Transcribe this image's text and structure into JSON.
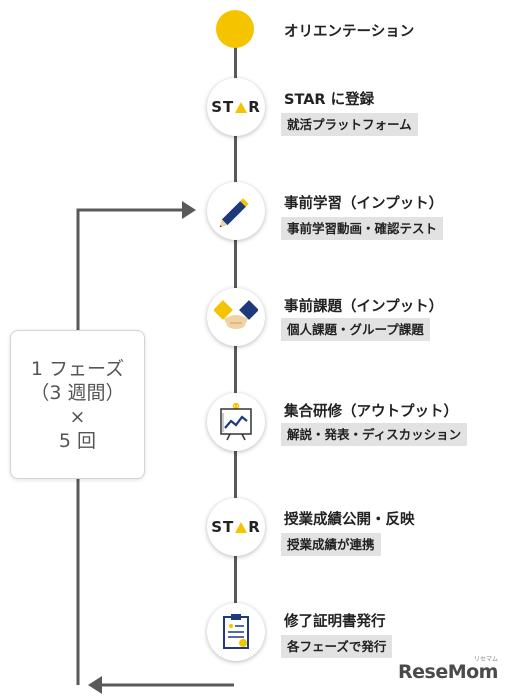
{
  "steps": [
    {
      "title": "オリエンテーション"
    },
    {
      "title": "STAR に登録",
      "sub": "就活プラットフォーム",
      "logo_pre": "ST",
      "logo_post": "R"
    },
    {
      "title": "事前学習（インプット）",
      "sub": "事前学習動画・確認テスト"
    },
    {
      "title": "事前課題（インプット）",
      "sub": "個人課題・グループ課題"
    },
    {
      "title": "集合研修（アウトプット）",
      "sub": "解説・発表・ディスカッション"
    },
    {
      "title": "授業成績公開・反映",
      "sub": "授業成績が連携",
      "logo_pre": "ST",
      "logo_post": "R"
    },
    {
      "title": "修了証明書発行",
      "sub": "各フェーズで発行"
    }
  ],
  "phase": {
    "line1": "1 フェーズ",
    "line2": "（3 週間）",
    "line3": "×",
    "line4": "5 回"
  },
  "brand": {
    "logo": "ReseMom",
    "small": "リセマム"
  },
  "colors": {
    "accent": "#f5c400",
    "line": "#595959",
    "label_bg": "#e2e2e2",
    "navy": "#1f3a7a"
  },
  "icons": [
    "pencil-icon",
    "handshake-icon",
    "chart-board-icon",
    "certificate-icon"
  ]
}
